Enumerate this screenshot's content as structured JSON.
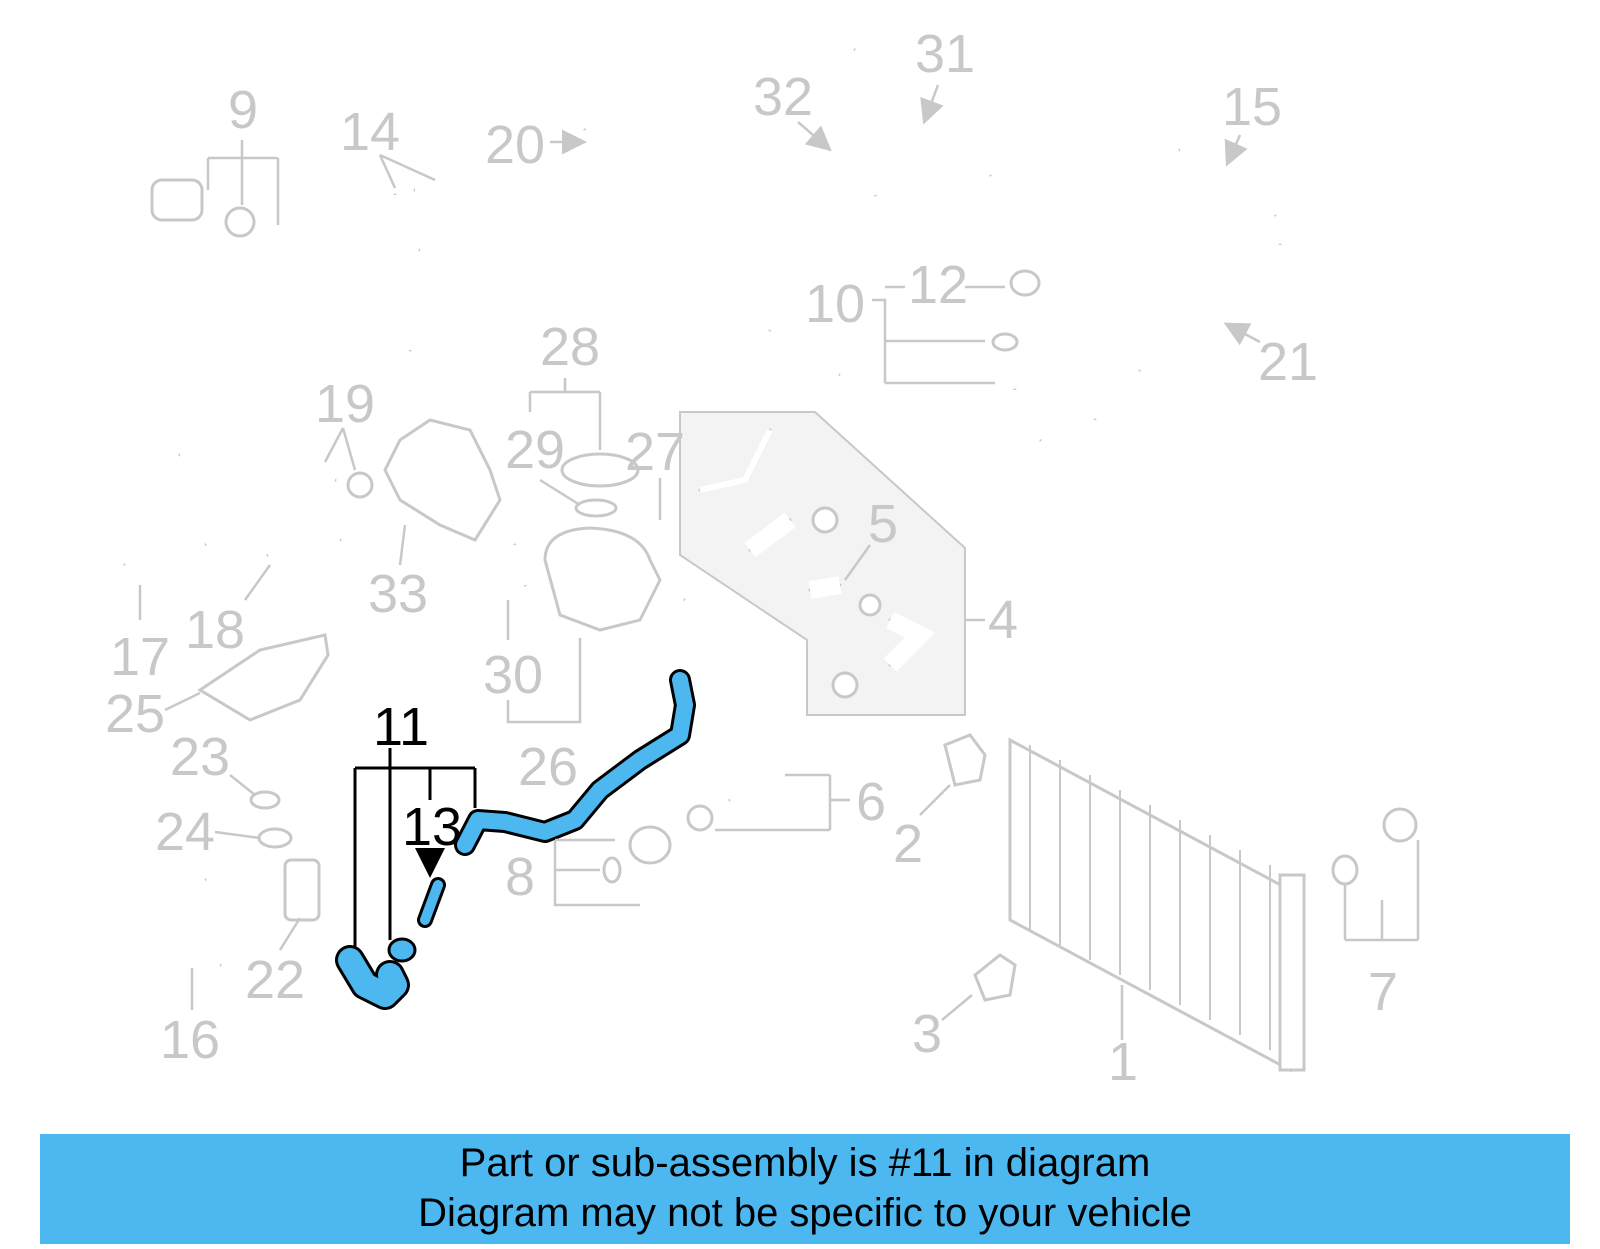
{
  "colors": {
    "highlight": "#4db8f0",
    "dimmed_parts": "#c8c8c8",
    "banner": "#4db8f0",
    "outline": "#000000"
  },
  "callouts": {
    "n1": "1",
    "n2": "2",
    "n3": "3",
    "n4": "4",
    "n5": "5",
    "n6": "6",
    "n7": "7",
    "n8": "8",
    "n9": "9",
    "n10": "10",
    "n11": "11",
    "n12": "12",
    "n13": "13",
    "n14": "14",
    "n15": "15",
    "n16": "16",
    "n17": "17",
    "n18": "18",
    "n19": "19",
    "n20": "20",
    "n21": "21",
    "n22": "22",
    "n23": "23",
    "n24": "24",
    "n25": "25",
    "n26": "26",
    "n27": "27",
    "n28": "28",
    "n29": "29",
    "n30": "30",
    "n31": "31",
    "n32": "32",
    "n33": "33"
  },
  "highlighted_part": "11",
  "banner": {
    "line1": "Part or sub-assembly is #11 in diagram",
    "line2": "Diagram may not be specific to your vehicle"
  }
}
